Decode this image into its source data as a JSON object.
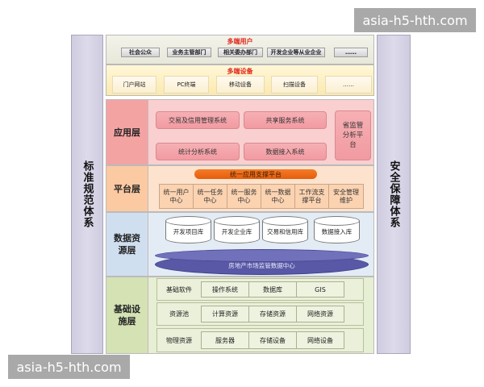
{
  "side_columns": {
    "left": "标准规范体系",
    "right": "安全保障体系"
  },
  "users": {
    "title": "多端用户",
    "items": [
      "社会公众",
      "业务主管部门",
      "相关委办部门",
      "开发企业等从业企业",
      "……"
    ]
  },
  "devices": {
    "title": "多端设备",
    "items": [
      "门户网站",
      "PC终端",
      "移动设备",
      "扫描设备",
      "……"
    ]
  },
  "application_layer": {
    "label": "应用层",
    "boxes": [
      "交易及信用管理系统",
      "共享服务系统",
      "统计分析系统",
      "数据接入系统"
    ],
    "side_box": "省监管分析平台"
  },
  "platform_layer": {
    "label": "平台层",
    "banner": "统一应用支撑平台",
    "cells": [
      "统一用户中心",
      "统一任务中心",
      "统一服务中心",
      "统一数据中心",
      "工作流支撑平台",
      "安全管理维护"
    ]
  },
  "data_layer": {
    "label": "数据资源层",
    "databases": [
      "开发项目库",
      "开发企业库",
      "交易和信用库",
      "数据接入库"
    ],
    "data_center": "房地产市场监管数据中心"
  },
  "infrastructure_layer": {
    "label": "基础设施层",
    "rows": [
      {
        "label": "基础软件",
        "cells": [
          "操作系统",
          "数据库",
          "GIS"
        ]
      },
      {
        "label": "资源池",
        "cells": [
          "计算资源",
          "存储资源",
          "网络资源"
        ]
      },
      {
        "label": "物理资源",
        "cells": [
          "服务器",
          "存储设备",
          "网络设备"
        ]
      }
    ]
  },
  "watermarks": {
    "top_right": "asia-h5-hth.com",
    "bottom_left": "asia-h5-hth.com"
  },
  "colors": {
    "application": "#f4a4a4",
    "platform": "#fbc9a0",
    "data": "#cfdff0",
    "infrastructure": "#d5e3b5",
    "banner": "#ef6a14",
    "data_center": "#5858a6",
    "side": "#d6d3e6"
  }
}
